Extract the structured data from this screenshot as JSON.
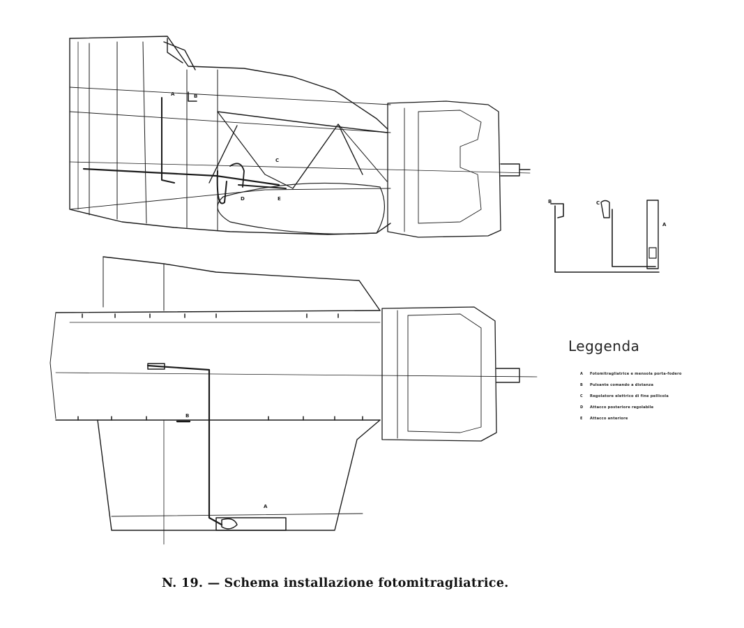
{
  "callouts": {
    "side": [
      "A",
      "B",
      "C",
      "D",
      "E"
    ],
    "detail": [
      "B",
      "C",
      "A"
    ],
    "plan": [
      "B",
      "A"
    ]
  },
  "legend": {
    "title": "Leggenda",
    "items": [
      {
        "key": "A",
        "text": "Fotomitragliatrice e mensola porta-fodero"
      },
      {
        "key": "B",
        "text": "Pulsante comando a distanza"
      },
      {
        "key": "C",
        "text": "Regolatore elettrico di fine pellicola"
      },
      {
        "key": "D",
        "text": "Attacco posteriore regolabile"
      },
      {
        "key": "E",
        "text": "Attacco anteriore"
      }
    ]
  },
  "caption": {
    "number": "N. 19. —",
    "text": "Schema installazione fotomitragliatrice."
  },
  "colors": {
    "ink": "#1a1a1a",
    "paper": "#ffffff"
  }
}
